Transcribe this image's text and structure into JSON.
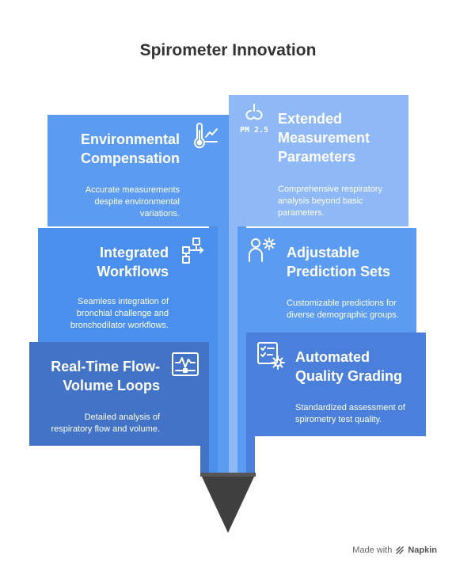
{
  "title": "Spirometer Innovation",
  "colors": {
    "dark_blue": "#4273c7",
    "mid_blue": "#4a8fec",
    "blue": "#5b9bf1",
    "light_blue": "#8fb8f7",
    "cone": "#3f3f3f"
  },
  "cards": {
    "environmental": {
      "title_line1": "Environmental",
      "title_line2": "Compensation",
      "desc_line1": "Accurate measurements",
      "desc_line2": "despite environmental",
      "desc_line3": "variations.",
      "icon": "thermometer-icon"
    },
    "extended": {
      "title_line1": "Extended",
      "title_line2": "Measurement",
      "title_line3": "Parameters",
      "desc_line1": "Comprehensive respiratory",
      "desc_line2": "analysis beyond basic",
      "desc_line3": "parameters.",
      "icon_label": "PM 2.5",
      "icon": "pm25-icon"
    },
    "integrated": {
      "title_line1": "Integrated",
      "title_line2": "Workflows",
      "desc_line1": "Seamless integration of",
      "desc_line2": "bronchial challenge and",
      "desc_line3": "bronchodilator workflows.",
      "icon": "workflow-icon"
    },
    "adjustable": {
      "title_line1": "Adjustable",
      "title_line2": "Prediction Sets",
      "desc_line1": "Customizable predictions for",
      "desc_line2": "diverse demographic groups.",
      "icon": "user-settings-icon"
    },
    "realtime": {
      "title_line1": "Real-Time Flow-",
      "title_line2": "Volume Loops",
      "desc_line1": "Detailed analysis of",
      "desc_line2": "respiratory flow and volume.",
      "icon": "monitor-waveform-icon"
    },
    "automated": {
      "title_line1": "Automated",
      "title_line2": "Quality Grading",
      "desc_line1": "Standardized assessment of",
      "desc_line2": "spirometry test quality.",
      "icon": "checklist-gear-icon"
    }
  },
  "footer": {
    "made_with": "Made with",
    "brand": "Napkin"
  }
}
